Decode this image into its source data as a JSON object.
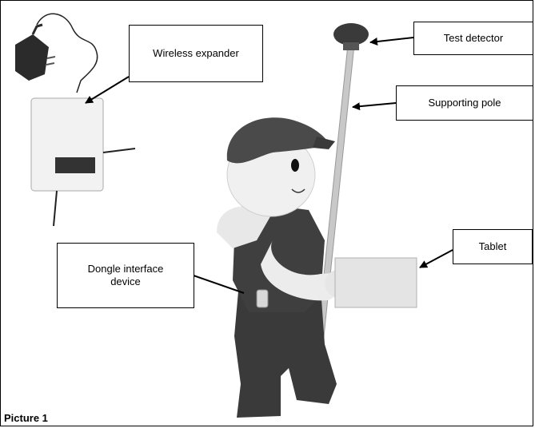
{
  "labels": {
    "wireless_expander": "Wireless expander",
    "test_detector": "Test detector",
    "supporting_pole": "Supporting pole",
    "tablet": "Tablet",
    "dongle_line1": "Dongle interface",
    "dongle_line2": "device"
  },
  "caption": "Picture 1",
  "colors": {
    "outline": "#000000",
    "skin": "#ececec",
    "overalls": "#3a3a3a",
    "cap": "#4a4a4a",
    "pole": "#bdbdbd",
    "tablet": "#e4e4e4"
  }
}
